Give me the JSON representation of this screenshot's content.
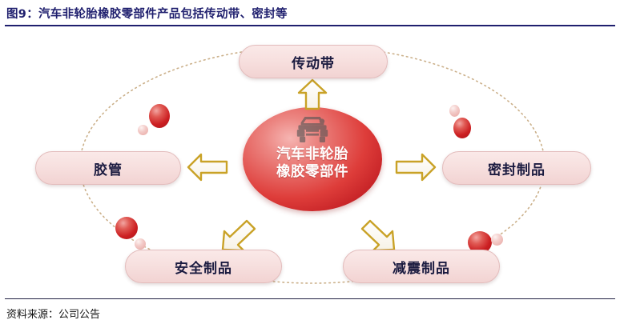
{
  "figure": {
    "title": "图9：汽车非轮胎橡胶零部件产品包括传动带、密封等",
    "source": "资料来源：公司公告"
  },
  "colors": {
    "title_navy": "#1f1f6e",
    "hub_red": "#cc1f22",
    "node_pink": "#f7e0df",
    "node_text": "#1b1b40",
    "arrow_gold": "#c9a227",
    "orbit_tan": "#cbb08a"
  },
  "diagram": {
    "center": {
      "icon": "car-icon",
      "line1": "汽车非轮胎",
      "line2": "橡胶零部件"
    },
    "nodes": [
      {
        "id": "top",
        "label": "传动带",
        "arrow": "arrow-up"
      },
      {
        "id": "left",
        "label": "胶管",
        "arrow": "arrow-left"
      },
      {
        "id": "right",
        "label": "密封制品",
        "arrow": "arrow-right"
      },
      {
        "id": "bottom_left",
        "label": "安全制品",
        "arrow": "arrow-down-left"
      },
      {
        "id": "bottom_right",
        "label": "减震制品",
        "arrow": "arrow-down-right"
      }
    ]
  }
}
